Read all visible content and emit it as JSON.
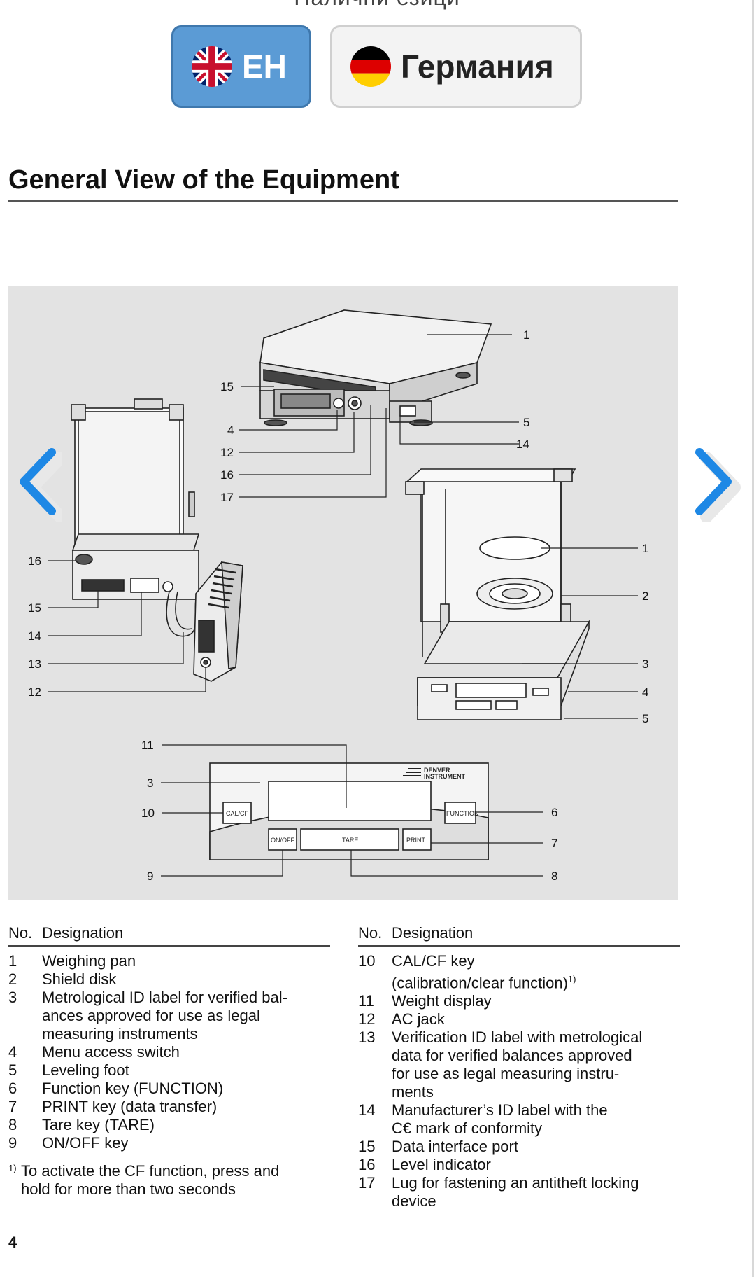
{
  "header": {
    "top_cut_text": "Налични езици",
    "languages": [
      {
        "code": "EH",
        "flag": "uk-flag-icon",
        "active": true
      },
      {
        "code": "Германия",
        "flag": "germany-flag-icon",
        "active": false
      }
    ]
  },
  "title": "General View of the Equipment",
  "figure": {
    "callouts_top": [
      "1",
      "15",
      "4",
      "12",
      "16",
      "17",
      "5",
      "14"
    ],
    "callouts_left": [
      "16",
      "15",
      "14",
      "13",
      "12"
    ],
    "callouts_right": [
      "1",
      "2",
      "3",
      "4",
      "5"
    ],
    "callouts_panel": [
      "11",
      "3",
      "10",
      "9",
      "6",
      "7",
      "8"
    ],
    "panel": {
      "brand_line1": "DENVER",
      "brand_line2": "INSTRUMENT",
      "key_calcf": "CAL/CF",
      "key_function": "FUNCTION",
      "key_onoff": "ON/OFF",
      "key_tare": "TARE",
      "key_print": "PRINT"
    },
    "nav": {
      "prev": "chevron-left-icon",
      "next": "chevron-right-icon"
    }
  },
  "table": {
    "header_no": "No.",
    "header_designation": "Designation",
    "left_rows": [
      {
        "no": "1",
        "desc": "Weighing pan"
      },
      {
        "no": "2",
        "desc": "Shield disk"
      },
      {
        "no": "3",
        "desc": "Metrological ID label for verified bal-\nances approved for use as legal\nmeasuring instruments"
      },
      {
        "no": "4",
        "desc": "Menu access switch"
      },
      {
        "no": "5",
        "desc": "Leveling foot"
      },
      {
        "no": "6",
        "desc": "Function key (FUNCTION)"
      },
      {
        "no": "7",
        "desc": "PRINT key (data transfer)"
      },
      {
        "no": "8",
        "desc": "Tare key (TARE)"
      },
      {
        "no": "9",
        "desc": "ON/OFF key"
      }
    ],
    "footnote_mark": "1)",
    "footnote_text": "To activate the CF function, press and\nhold for more than two seconds",
    "right_rows": [
      {
        "no": "10",
        "desc": "CAL/CF key\n(calibration/clear function)",
        "sup": "1)"
      },
      {
        "no": "11",
        "desc": "Weight display"
      },
      {
        "no": "12",
        "desc": "AC jack"
      },
      {
        "no": "13",
        "desc": "Verification ID label with metrological\ndata for verified balances approved\nfor use as legal measuring instru-\nments"
      },
      {
        "no": "14",
        "desc": "Manufacturer’s ID label with the\nC€ mark of conformity"
      },
      {
        "no": "15",
        "desc": "Data interface port"
      },
      {
        "no": "16",
        "desc": "Level indicator"
      },
      {
        "no": "17",
        "desc": "Lug for fastening an antitheft locking\ndevice"
      }
    ]
  },
  "page_number": "4",
  "colors": {
    "accent": "#5b9bd5",
    "nav_arrow": "#1e88e5",
    "figure_bg": "#e3e3e3"
  }
}
